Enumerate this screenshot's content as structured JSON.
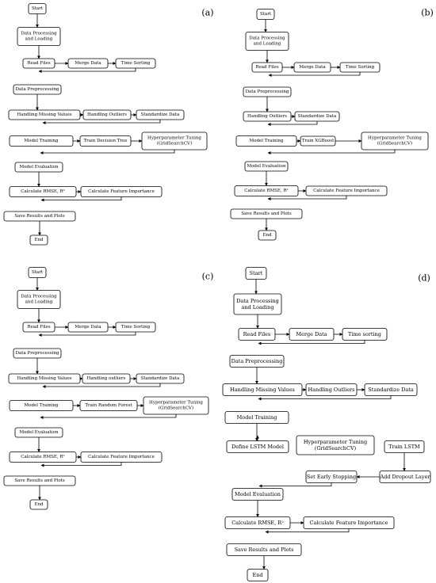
{
  "panels": [
    {
      "label": "(a)",
      "nodes": {
        "start": "Start",
        "load": [
          "Data Processing",
          "and Loading"
        ],
        "read": "Read Files",
        "merge": "Merge Data",
        "sort": "Time Sorting",
        "prep": "Data Preprocessing",
        "missing": "Handling Missing Values",
        "outliers": "Handling Outliers",
        "standardize": "Standardize Data",
        "training": "Model Training",
        "train": "Train Decision Tree",
        "tuning": [
          "Hyperparameter Tuning",
          "(GridSearchCV)"
        ],
        "eval": "Model Evaluation",
        "rmse": "Calculate RMSE, R²",
        "importance": "Calculate Feature Importance",
        "save": "Save Results and Plots",
        "end": "End"
      }
    },
    {
      "label": "(b)",
      "nodes": {
        "start": "Start",
        "load": [
          "Data Processing",
          "and Loading"
        ],
        "read": "Read Files",
        "merge": "Merge Data",
        "sort": "Time Sorting",
        "prep": "Data Preprocessing",
        "missing": "Handling Outliers",
        "outliers": "Standardize Data",
        "training": "Model Training",
        "train": "Train XGBoost",
        "tuning": [
          "Hyperparameter Tuning",
          "(GridSearchCV)"
        ],
        "eval": "Model Evaluation",
        "rmse": "Calculate RMSE, R²",
        "importance": "Calculate Feature Importance",
        "save": "Save Results and Plots",
        "end": "End"
      }
    },
    {
      "label": "(c)",
      "nodes": {
        "start": "Start",
        "load": [
          "Data Processing",
          "and Loading"
        ],
        "read": "Read Files",
        "merge": "Merge Data",
        "sort": "Time Sorting",
        "prep": "Data Preprocessing",
        "missing": "Handling Missing Values",
        "outliers": "Handling outliers",
        "standardize": "Standardize Data",
        "training": "Model Training",
        "train": "Train Random Forest",
        "tuning": [
          "Hyperparameter Tuning",
          "(GridSearchCV)"
        ],
        "eval": "Model Evaluation",
        "rmse": "Calculate RMSE, R²",
        "importance": "Calculate Feature Importance",
        "save": "Save Results and Plots",
        "end": "End"
      }
    },
    {
      "label": "(d)",
      "nodes": {
        "start": "Start",
        "load": [
          "Data Processing",
          "and Loading"
        ],
        "read": "Read Files",
        "merge": "Merge Data",
        "sort": "Time sorting",
        "prep": "Data Preprocessing",
        "missing": "Handling Missing Values",
        "outliers": "Handling Outliers",
        "standardize": "Standardize Data",
        "training": "Model Training",
        "define": "Define LSTM Model",
        "tuning": [
          "Hyperparameter Tuning",
          "(GridSearchCV)"
        ],
        "train": "Train LSTM",
        "dropout": "Add Dropout Layer",
        "early": "Set Early Stopping",
        "eval": "Model Evaluation",
        "rmse": "Calculate RMSE, R²",
        "importance": "Calculate Feature Importance",
        "save": "Save Results and Plots",
        "end": "End"
      }
    }
  ]
}
